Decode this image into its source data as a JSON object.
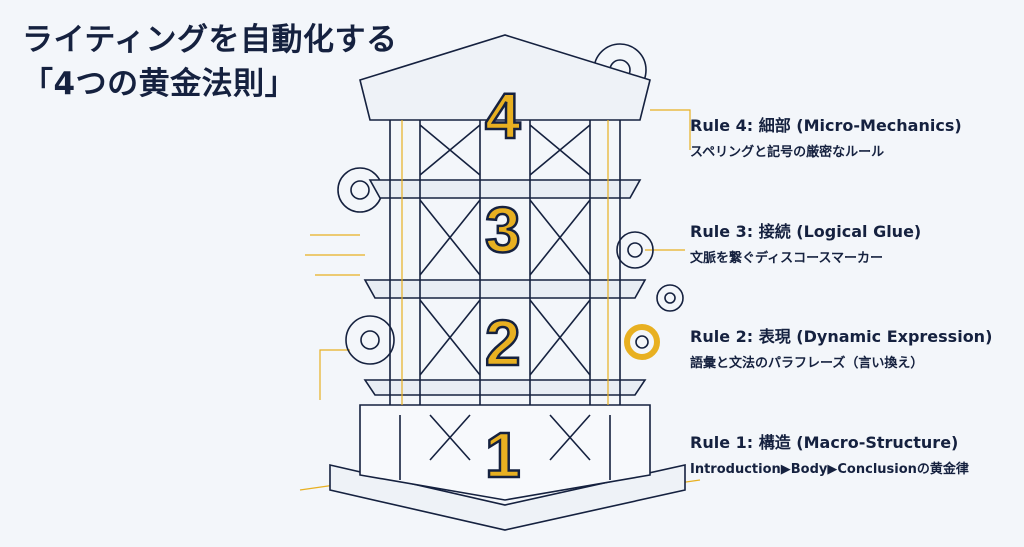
{
  "title": {
    "line1": "ライティングを自動化する",
    "line2": "「4つの黄金法則」"
  },
  "floors": [
    "4",
    "3",
    "2",
    "1"
  ],
  "rules": [
    {
      "heading": "Rule 4: 細部 (Micro-Mechanics)",
      "sub": "スペリングと記号の厳密なルール"
    },
    {
      "heading": "Rule 3: 接続 (Logical Glue)",
      "sub": "文脈を繋ぐディスコースマーカー"
    },
    {
      "heading": "Rule 2: 表現 (Dynamic Expression)",
      "sub": "語彙と文法のパラフレーズ（言い換え）"
    },
    {
      "heading": "Rule 1: 構造 (Macro-Structure)",
      "sub": "Introduction▶Body▶Conclusionの黄金律"
    }
  ],
  "colors": {
    "navy": "#15213f",
    "gold": "#e8b021",
    "background": "#f3f6fa"
  }
}
